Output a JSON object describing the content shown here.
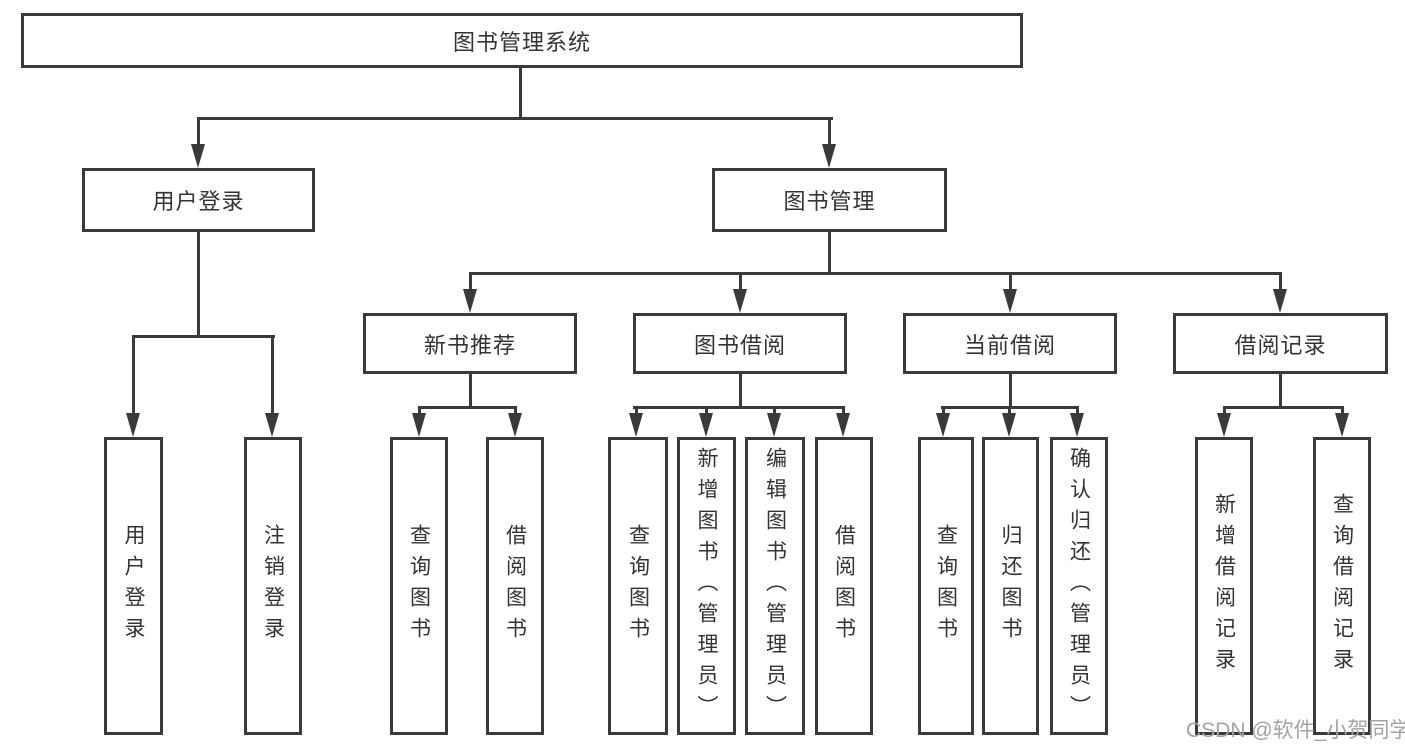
{
  "diagram": {
    "root": "图书管理系统",
    "level2": {
      "user_login": "用户登录",
      "book_management": "图书管理"
    },
    "level3": {
      "new_book_recommend": "新书推荐",
      "book_borrowing": "图书借阅",
      "current_borrowing": "当前借阅",
      "borrowing_records": "借阅记录"
    },
    "leaves": [
      "用户登录",
      "注销登录",
      "查询图书",
      "借阅图书",
      "查询图书",
      "新增图书（管理员）",
      "编辑图书（管理员）",
      "借阅图书",
      "查询图书",
      "归还图书",
      "确认归还（管理员）",
      "新增借阅记录",
      "查询借阅记录"
    ]
  },
  "watermark": {
    "text": "CSDN @软件_小贺同学"
  },
  "colors": {
    "line": "#3a3a3a",
    "text": "#333333",
    "watermark": "#a3a3a3",
    "background": "#ffffff"
  }
}
